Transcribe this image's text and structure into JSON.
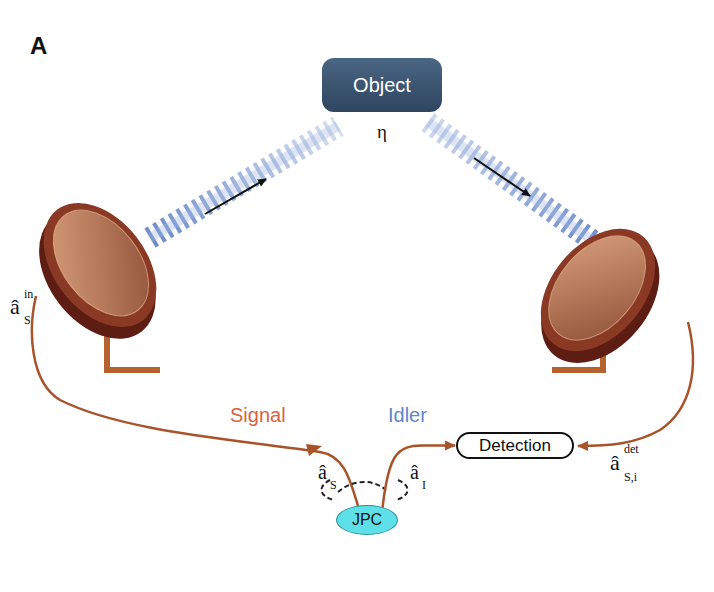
{
  "diagram": {
    "nodes": [
      {
        "text": [
          "Object"
        ]
      },
      {
        "text": [
          "JPC"
        ]
      },
      {
        "text": [
          "Detection"
        ]
      }
    ],
    "edges": [
      {
        "from": 1,
        "to": 2,
        "arrow": "to"
      }
    ],
    "labels": [
      "A",
      "η",
      "Signal",
      "Idler",
      "â",
      "in",
      "S",
      "â",
      "S",
      "â",
      "I",
      "â",
      "det",
      "S,i"
    ]
  }
}
